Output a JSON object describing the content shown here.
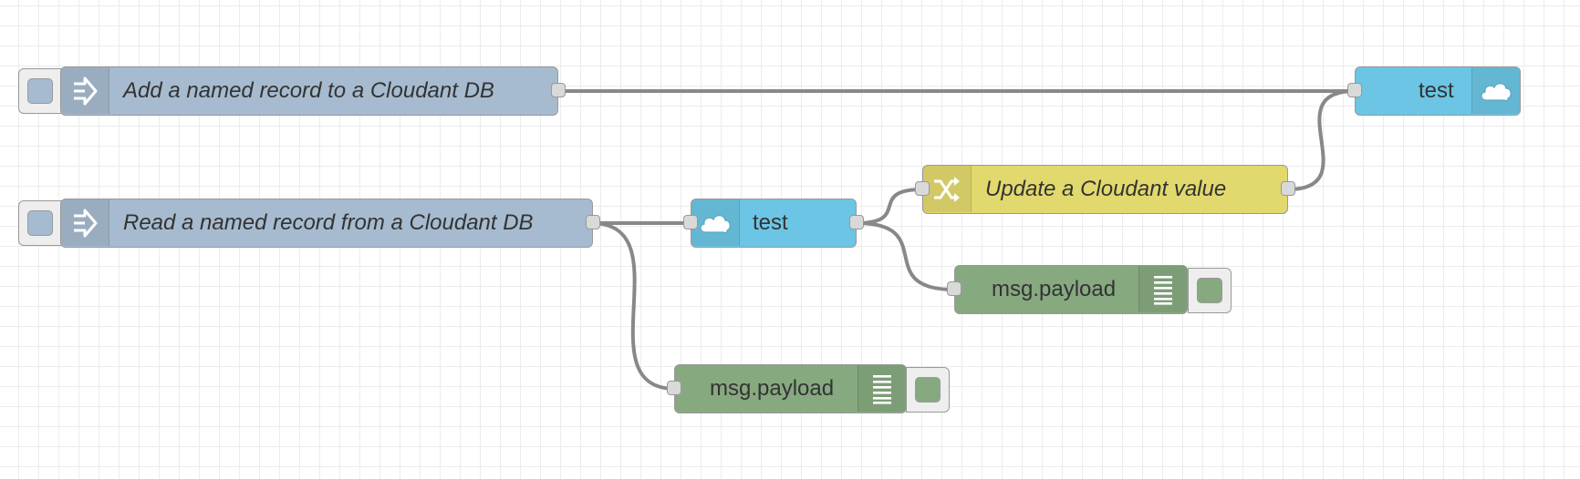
{
  "colors": {
    "inject": "#a6bbcf",
    "cloudant": "#6cc5e4",
    "change": "#e2d96e",
    "debug": "#87a980",
    "wire": "#888888",
    "port": "#d9d9d9"
  },
  "nodes": {
    "inject1": {
      "label": "Add a named record to a Cloudant DB",
      "icon": "inject-arrow-icon"
    },
    "inject2": {
      "label": "Read a named record from a Cloudant DB",
      "icon": "inject-arrow-icon"
    },
    "cloudant_in": {
      "label": "test",
      "icon": "cloud-icon"
    },
    "change": {
      "label": "Update a Cloudant value",
      "icon": "shuffle-icon"
    },
    "cloudant_out": {
      "label": "test",
      "icon": "cloud-icon"
    },
    "debug1": {
      "label": "msg.payload",
      "icon": "list-icon"
    },
    "debug2": {
      "label": "msg.payload",
      "icon": "list-icon"
    }
  }
}
